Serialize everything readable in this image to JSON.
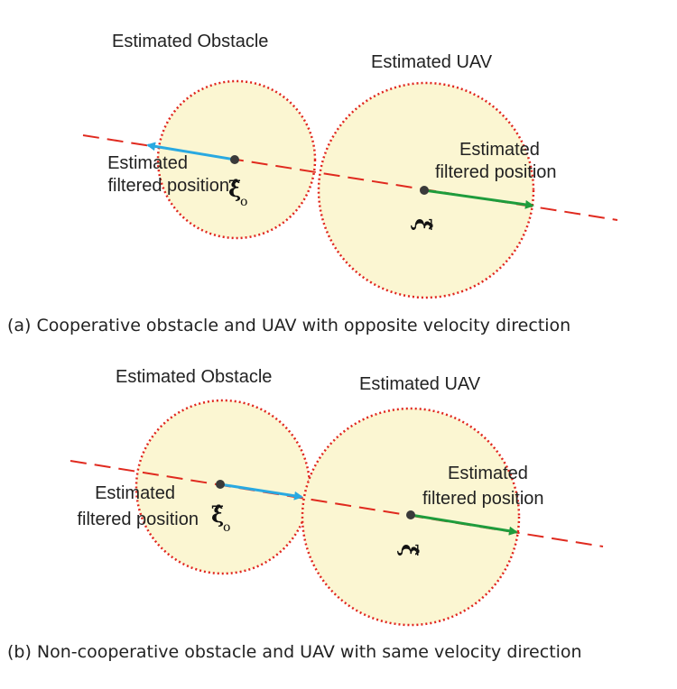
{
  "colors": {
    "circle_fill": "#fbf6d2",
    "circle_border": "#e0251e",
    "trajectory_line": "#e02a1f",
    "obstacle_arrow": "#29a9e1",
    "uav_arrow": "#1e9c3c",
    "point": "#3a3a3a"
  },
  "panel_a": {
    "obstacle_title": "Estimated Obstacle",
    "uav_title": "Estimated UAV",
    "obstacle_pos_line1": "Estimated",
    "obstacle_pos_line2": "filtered position",
    "uav_pos_line1": "Estimated",
    "uav_pos_line2": "filtered position",
    "obstacle_symbol": "ξ̂",
    "obstacle_symbol_sub": "o",
    "uav_symbol": "ξ̂",
    "caption": "(a) Cooperative obstacle and UAV with opposite velocity direction"
  },
  "panel_b": {
    "obstacle_title": "Estimated Obstacle",
    "uav_title": "Estimated UAV",
    "obstacle_pos_line1": "Estimated",
    "obstacle_pos_line2": "filtered position",
    "uav_pos_line1": "Estimated",
    "uav_pos_line2": "filtered position",
    "obstacle_symbol": "ξ̂",
    "obstacle_symbol_sub": "o",
    "uav_symbol": "ξ̂",
    "caption": "(b) Non-cooperative obstacle and UAV with same velocity direction"
  }
}
